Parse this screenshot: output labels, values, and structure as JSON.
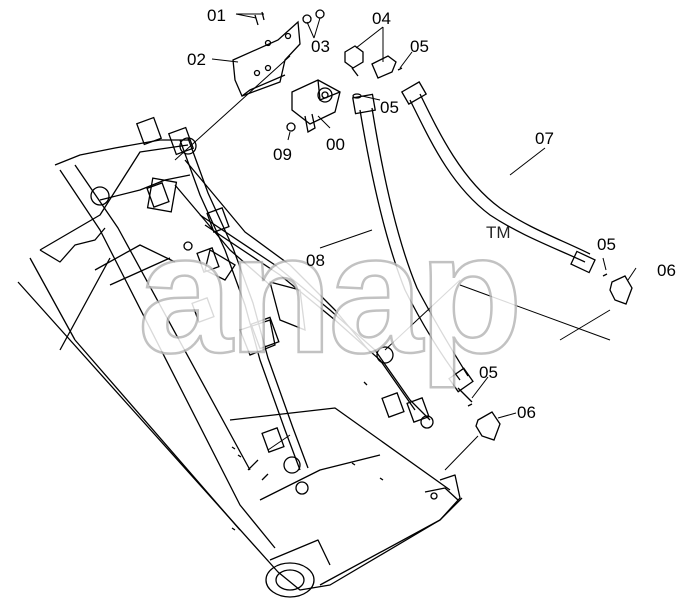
{
  "watermark": {
    "text": "anap",
    "trademark": "TM",
    "fill": "#ffffff",
    "stroke": "#b8b8b8"
  },
  "callouts": [
    {
      "id": "01",
      "text": "01"
    },
    {
      "id": "02",
      "text": "02"
    },
    {
      "id": "03",
      "text": "03"
    },
    {
      "id": "04",
      "text": "04"
    },
    {
      "id": "05a",
      "text": "05"
    },
    {
      "id": "05b",
      "text": "05"
    },
    {
      "id": "00",
      "text": "00"
    },
    {
      "id": "09",
      "text": "09"
    },
    {
      "id": "07",
      "text": "07"
    },
    {
      "id": "08",
      "text": "08"
    },
    {
      "id": "05c",
      "text": "05"
    },
    {
      "id": "06a",
      "text": "06"
    },
    {
      "id": "05d",
      "text": "05"
    },
    {
      "id": "06b",
      "text": "06"
    }
  ],
  "colors": {
    "line": "#000000",
    "background": "#ffffff"
  }
}
